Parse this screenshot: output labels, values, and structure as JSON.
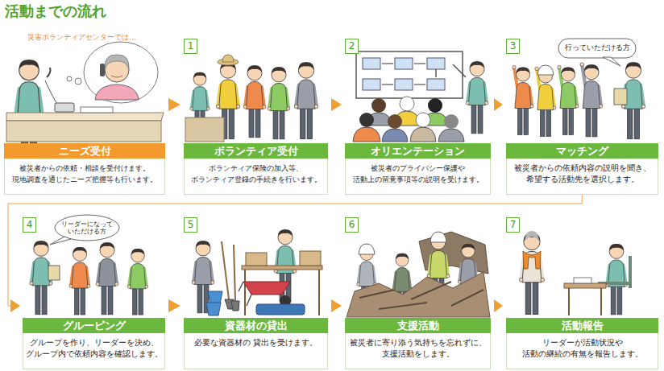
{
  "diagram": {
    "title": "活動までの流れ",
    "nodes": [
      {
        "text": [
          "ニーズ受付",
          "被災者からの依頼・相談を受付けます。 現地調査を通じたニーズ把握等も行います。"
        ]
      },
      {
        "text": [
          "ボランティア受付",
          "ボランティア保険の加入等、 ボランティア登録の手続きを行います。"
        ]
      },
      {
        "text": [
          "オリエンテーション",
          "被災者のプライバシー保護や 活動上の留意事項等の説明を受けます。"
        ]
      },
      {
        "text": [
          "マッチング",
          "被災者からの依頼内容の説明を聞き、 希望する活動先を選択します。"
        ]
      },
      {
        "text": [
          "グルーピング",
          "グループを作り、リーダーを決め、 グループ内で依頼内容を確認します。"
        ]
      },
      {
        "text": [
          "資器材の貸出",
          "必要な資器材の 貸出を受けます。"
        ]
      },
      {
        "text": [
          "支援活動",
          "被災者に寄り添う気持ちを忘れずに、 支援活動をします。"
        ]
      },
      {
        "text": [
          "活動報告",
          "リーダーが活動状況や 活動の継続の有無を報告します。"
        ]
      }
    ],
    "edges": [
      {
        "from": 0,
        "to": 1,
        "arrow": "to"
      },
      {
        "from": 1,
        "to": 2,
        "arrow": "to"
      },
      {
        "from": 2,
        "to": 3,
        "arrow": "to"
      },
      {
        "from": 3,
        "to": 4,
        "arrow": "to"
      },
      {
        "from": 4,
        "to": 5,
        "arrow": "to"
      },
      {
        "from": 5,
        "to": 6,
        "arrow": "to"
      },
      {
        "from": 6,
        "to": 7,
        "arrow": "to"
      }
    ],
    "labels": [
      "災害ボランティアセンターでは…",
      "1",
      "2",
      "3",
      "行っていただける方",
      "4",
      "リーダーになっていただける方",
      "5",
      "6",
      "7"
    ]
  }
}
